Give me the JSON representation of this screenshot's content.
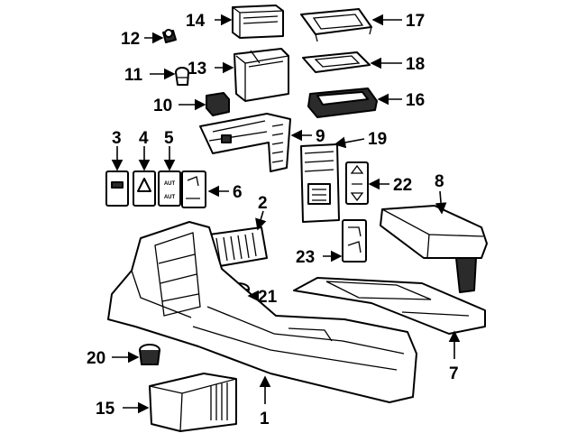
{
  "callouts": {
    "c1": "1",
    "c2": "2",
    "c3": "3",
    "c4": "4",
    "c5": "5",
    "c6": "6",
    "c7": "7",
    "c8": "8",
    "c9": "9",
    "c10": "10",
    "c11": "11",
    "c12": "12",
    "c13": "13",
    "c14": "14",
    "c15": "15",
    "c16": "16",
    "c17": "17",
    "c18": "18",
    "c19": "19",
    "c20": "20",
    "c21": "21",
    "c22": "22",
    "c23": "23"
  },
  "switch_text": {
    "a_top": "AUT",
    "a_bottom": "AUT"
  },
  "colors": {
    "ink": "#000000",
    "paper": "#ffffff"
  }
}
